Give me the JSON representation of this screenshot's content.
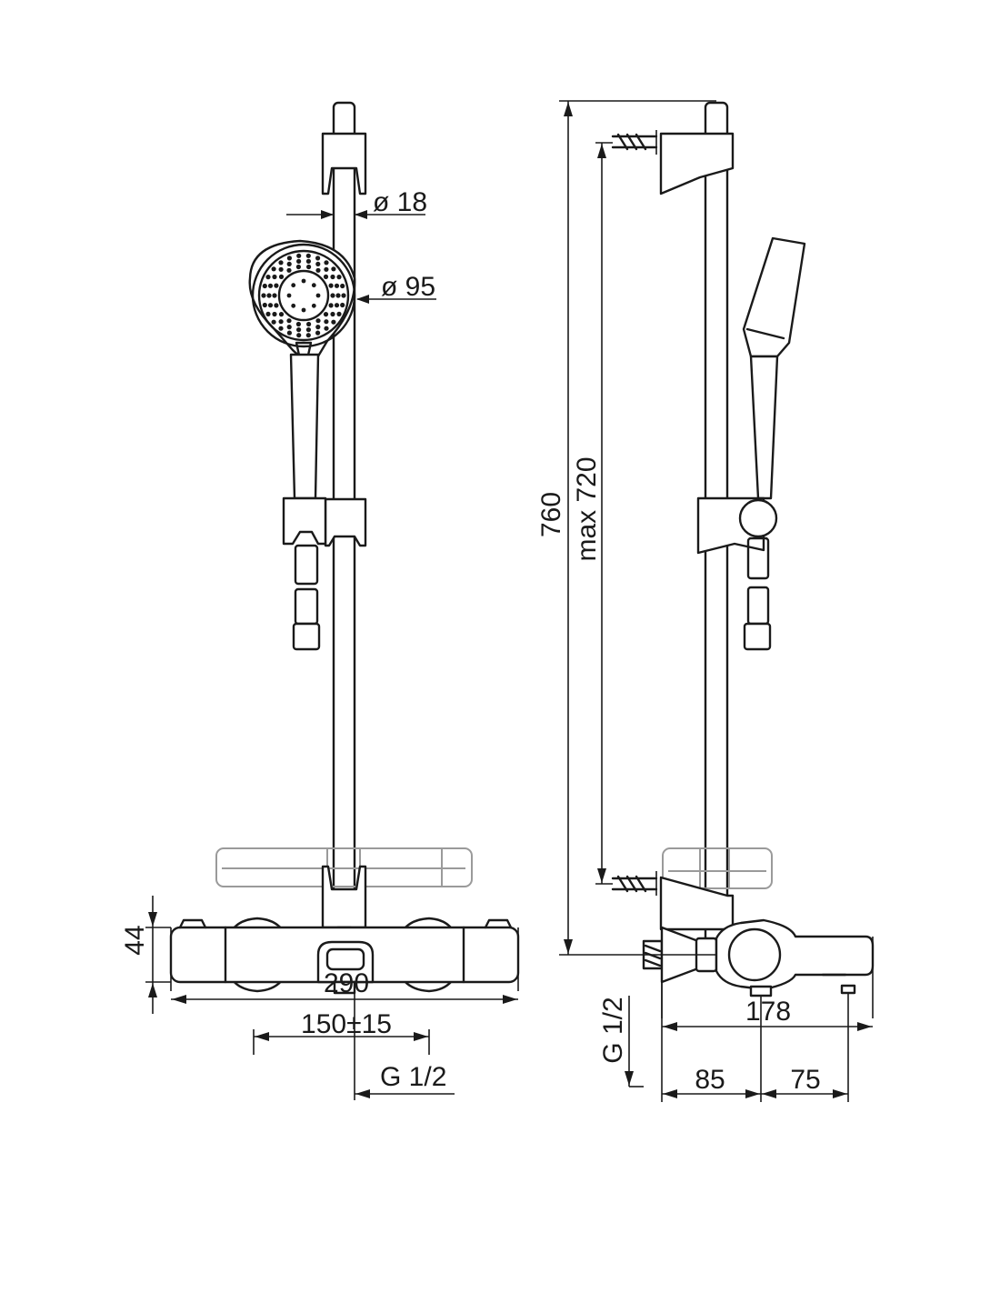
{
  "dimensions": {
    "rail_diameter": "ø 18",
    "head_diameter": "ø 95",
    "total_height": "760",
    "max_height": "max 720",
    "mixer_width": "290",
    "mixer_centres": "150±15",
    "mixer_height": "44",
    "mixer_outlet": "G 1/2",
    "mixer_inlet": "G 1/2",
    "mixer_depth": "178",
    "depth_wall_to_outlet": "85",
    "depth_outlet_to_front": "75"
  },
  "colors": {
    "line": "#1a1a1a",
    "tray": "#9a9a9a",
    "background": "#ffffff"
  }
}
